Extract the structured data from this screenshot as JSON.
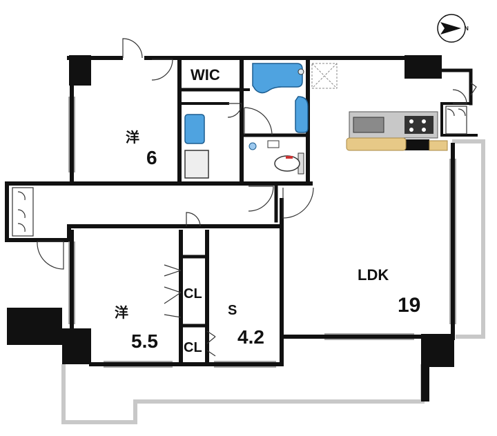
{
  "rooms": {
    "wic": "WIC",
    "bedroom1_type": "洋",
    "bedroom1_size": "6",
    "bedroom2_type": "洋",
    "bedroom2_size": "5.5",
    "service_room_type": "S",
    "service_room_size": "4.2",
    "closet1": "CL",
    "closet2": "CL",
    "ldk_type": "LDK",
    "ldk_size": "19"
  },
  "compass": {
    "letter": "N",
    "icon": "north-arrow-icon"
  },
  "colors": {
    "wall": "#111111",
    "balcony": "#c8c8c8",
    "fixture_blue": "#4fa3e0",
    "counter_wood": "#e7c987",
    "stove_dark": "#333333"
  }
}
